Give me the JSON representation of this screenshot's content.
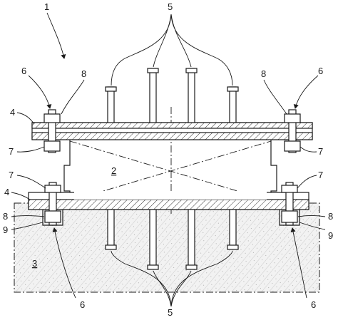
{
  "reference_numerals": {
    "assembly": "1",
    "bearing_body": "2",
    "foundation": "3",
    "plate_top_left": "4",
    "plate_bottom_left": "4",
    "anchor_group_top": "5",
    "anchor_group_bottom": "5",
    "arrow_top_left": "6",
    "arrow_top_right": "6",
    "arrow_bottom_left": "6",
    "arrow_bottom_right": "6",
    "nut_top_left": "7",
    "nut_top_right": "7",
    "nut_mid_left": "7",
    "nut_mid_right": "7",
    "bolt_top_left": "8",
    "bolt_top_right": "8",
    "bolt_bottom_left": "8",
    "bolt_bottom_right": "8",
    "washer_bottom_left": "9",
    "washer_bottom_right": "9"
  }
}
